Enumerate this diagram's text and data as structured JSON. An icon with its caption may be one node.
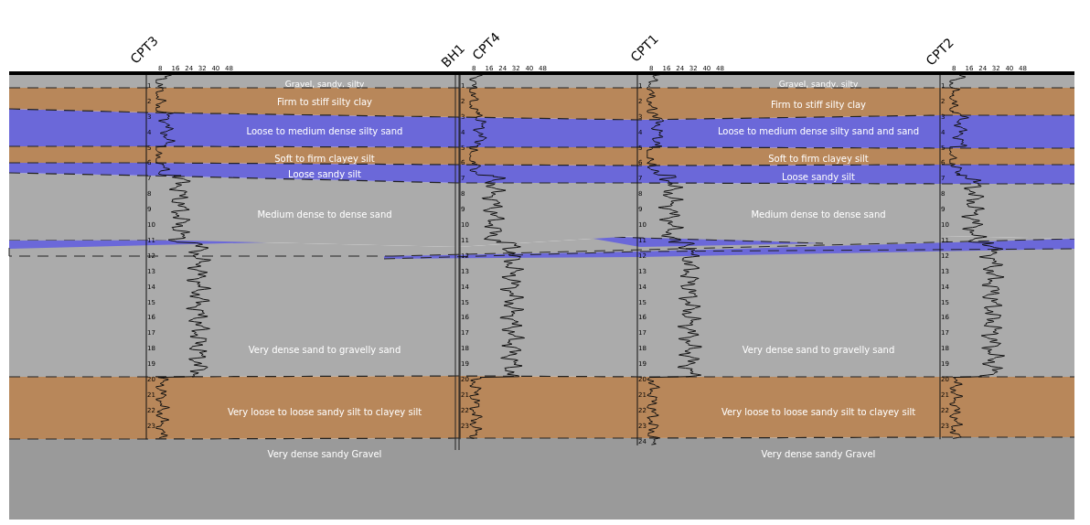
{
  "diagram": {
    "nodes": [
      {
        "text": [
          "Gravel, sandy, silty",
          "Gravel, sandy, silty"
        ]
      },
      {
        "text": [
          "Firm to stiff silty clay",
          "Firm to stiff silty clay"
        ]
      },
      {
        "text": [
          "Loose to medium dense silty sand",
          "Loose to medium dense silty sand and sand"
        ]
      },
      {
        "text": [
          "Soft to firm clayey silt",
          "Soft to firm clayey silt"
        ]
      },
      {
        "text": [
          "Loose sandy silt",
          "Loose sandy silt"
        ]
      },
      {
        "text": [
          "Medium dense to dense sand",
          "Medium dense to dense sand"
        ]
      },
      {
        "text": [
          "Very dense sand to gravelly sand",
          "Very dense sand to gravelly sand"
        ]
      },
      {
        "text": [
          "Very loose to loose sandy silt to clayey silt",
          "Very loose to loose sandy silt to clayey silt"
        ]
      },
      {
        "text": [
          "Very dense sandy Gravel",
          "Very dense sandy Gravel"
        ]
      }
    ],
    "labels": [
      "CPT3",
      "BH1",
      "CPT4",
      "CPT1",
      "CPT2",
      "8",
      "16",
      "24",
      "32",
      "40",
      "48",
      "1",
      "2",
      "3",
      "4",
      "5",
      "6",
      "7",
      "8",
      "9",
      "10",
      "11",
      "12",
      "13",
      "14",
      "15",
      "16",
      "17",
      "18",
      "19",
      "20",
      "21",
      "22",
      "23",
      "8",
      "16",
      "24",
      "32",
      "40",
      "48",
      "1",
      "2",
      "3",
      "4",
      "5",
      "6",
      "7",
      "8",
      "9",
      "10",
      "11",
      "12",
      "13",
      "14",
      "15",
      "16",
      "17",
      "18",
      "19",
      "20",
      "21",
      "22",
      "23",
      "8",
      "16",
      "24",
      "32",
      "40",
      "48",
      "1",
      "2",
      "3",
      "4",
      "5",
      "6",
      "7",
      "8",
      "9",
      "10",
      "11",
      "12",
      "13",
      "14",
      "15",
      "16",
      "17",
      "18",
      "19",
      "20",
      "21",
      "22",
      "23",
      "24",
      "8",
      "16",
      "24",
      "32",
      "40",
      "48",
      "1",
      "2",
      "3",
      "4",
      "5",
      "6",
      "7",
      "8",
      "9",
      "10",
      "11",
      "12",
      "13",
      "14",
      "15",
      "16",
      "17",
      "18",
      "19",
      "20",
      "21",
      "22",
      "23"
    ]
  }
}
